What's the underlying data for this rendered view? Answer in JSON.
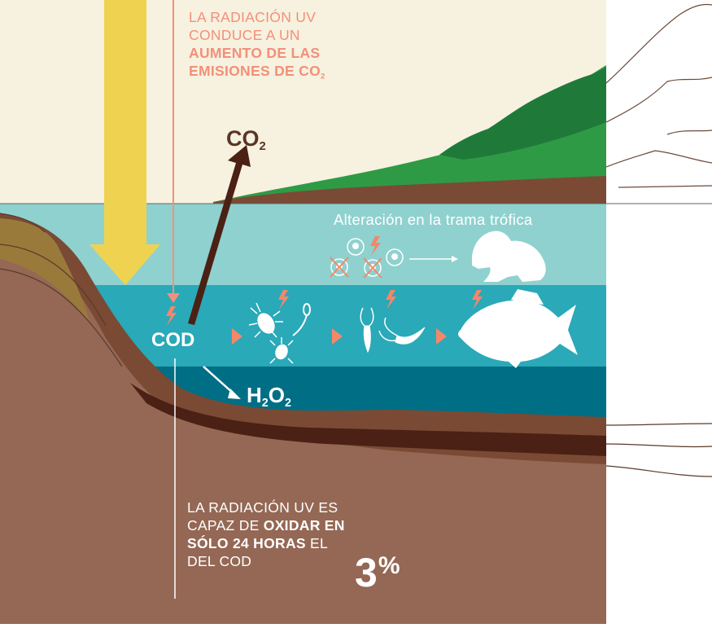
{
  "top_caption": {
    "line1": "LA RADIACIÓN UV",
    "line2": "CONDUCE A UN",
    "bold_line1": "AUMENTO DE LAS",
    "bold_line2": "EMISIONES DE CO",
    "bold_sub": "2"
  },
  "co2_label": {
    "main": "CO",
    "sub": "2"
  },
  "food_web_label": "Alteración en la trama trófica",
  "cod_label": "COD",
  "h2o2_label": {
    "h": "H",
    "sub1": "2",
    "o": "O",
    "sub2": "2"
  },
  "bottom_caption": {
    "line1": "LA RADIACIÓN UV ES",
    "line2_normal": "CAPAZ DE ",
    "line2_bold": "OXIDAR EN",
    "line3_bold": "SÓLO 24 HORAS",
    "line3_normal": " EL",
    "line4": "DEL COD",
    "percent_number": "3",
    "percent_sign": "%"
  },
  "colors": {
    "sky": "#f7f1df",
    "lake_surface": "#8fd1cf",
    "lake_mid": "#2aa9b8",
    "lake_deep": "#006e84",
    "sediment": "#946855",
    "sediment_dark": "#7a4a34",
    "sediment_darkest": "#4a2114",
    "uv_arrow": "#f0d251",
    "caption_orange": "#f2907a",
    "co2_arrow": "#4a2114",
    "vegetation": "#2f9a45",
    "lightning": "#f4876a"
  },
  "icons": [
    "uv-arrow-icon",
    "co2-arrow-icon",
    "lightning-icon",
    "frog-icon",
    "fish-icon",
    "bacteria-icon",
    "ciliate-icon",
    "copepod-icon",
    "nauplius-icon",
    "algae-cell-icon",
    "cross-icon",
    "triangle-arrow-icon"
  ]
}
